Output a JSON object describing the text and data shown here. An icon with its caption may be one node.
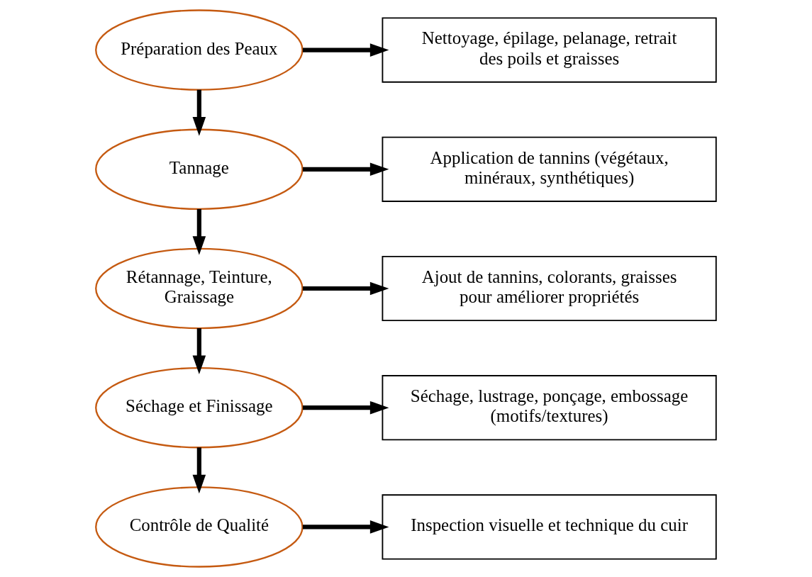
{
  "diagram": {
    "nodes": [
      {
        "text": [
          "Préparation des Peaux"
        ]
      },
      {
        "text": [
          "Nettoyage, épilage, pelanage, retrait des poils et graisses"
        ]
      },
      {
        "text": [
          "Tannage"
        ]
      },
      {
        "text": [
          "Application de tannins (végétaux, minéraux, synthétiques)"
        ]
      },
      {
        "text": [
          "Rétannage, Teinture, Graissage"
        ]
      },
      {
        "text": [
          "Ajout de tannins, colorants, graisses pour améliorer propriétés"
        ]
      },
      {
        "text": [
          "Séchage et Finissage"
        ]
      },
      {
        "text": [
          "Séchage, lustrage, ponçage, embossage (motifs/textures)"
        ]
      },
      {
        "text": [
          "Contrôle de Qualité"
        ]
      },
      {
        "text": [
          "Inspection visuelle et technique du cuir"
        ]
      }
    ],
    "edges": [
      {
        "from": 0,
        "to": 1,
        "arrow": "to"
      },
      {
        "from": 0,
        "to": 2,
        "arrow": "to"
      },
      {
        "from": 2,
        "to": 3,
        "arrow": "to"
      },
      {
        "from": 2,
        "to": 4,
        "arrow": "to"
      },
      {
        "from": 4,
        "to": 5,
        "arrow": "to"
      },
      {
        "from": 4,
        "to": 6,
        "arrow": "to"
      },
      {
        "from": 6,
        "to": 7,
        "arrow": "to"
      },
      {
        "from": 6,
        "to": 8,
        "arrow": "to"
      },
      {
        "from": 8,
        "to": 9,
        "arrow": "to"
      }
    ]
  }
}
